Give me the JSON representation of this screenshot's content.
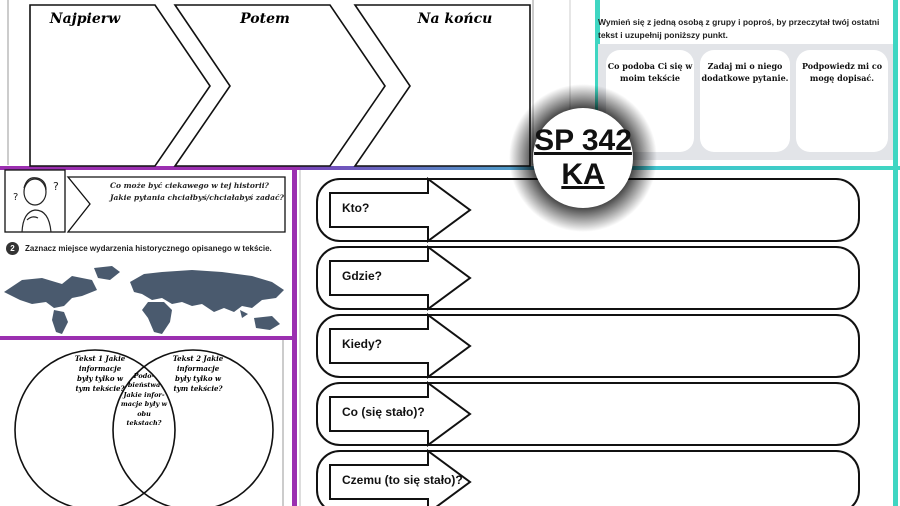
{
  "sequence": {
    "first_label": "Najpierw",
    "then_label": "Potem",
    "last_label": "Na końcu"
  },
  "partner_task": {
    "instruction": "Wymień się z jedną osobą z grupy i poproś, by przeczytał twój ostatni tekst i uzupełnij poniższy punkt.",
    "cards": [
      "Co podoba Ci się w moim tekście",
      "Zadaj mi o niego dodatkowe pytanie.",
      "Podpowiedz mi co mogę dopisać."
    ]
  },
  "badge": {
    "line1": "SP 342",
    "line2": "KA"
  },
  "history_task": {
    "question": "Co może być ciekawego w tej historii? Jakie pytania chciałbyś/chciałabyś zadać?",
    "step_number": "2",
    "step_text": "Zaznacz miejsce wydarzenia historycznego opisanego w tekście."
  },
  "venn": {
    "left_label": "Tekst 1 Jakie informacje były tylko w tym tekście?",
    "right_label": "Tekst 2 Jakie informacje były tylko w tym tekście?",
    "center_label": "Podo-bieństwa Jakie infor-macje były w obu tekstach?"
  },
  "questions": [
    "Kto?",
    "Gdzie?",
    "Kiedy?",
    "Co (się stało)?",
    "Czemu (to się stało)?"
  ],
  "colors": {
    "purple": "#9b2fb0",
    "teal": "#3fd6c2",
    "map_fill": "#4a5a6e",
    "card_bg": "#e2e4e8"
  }
}
